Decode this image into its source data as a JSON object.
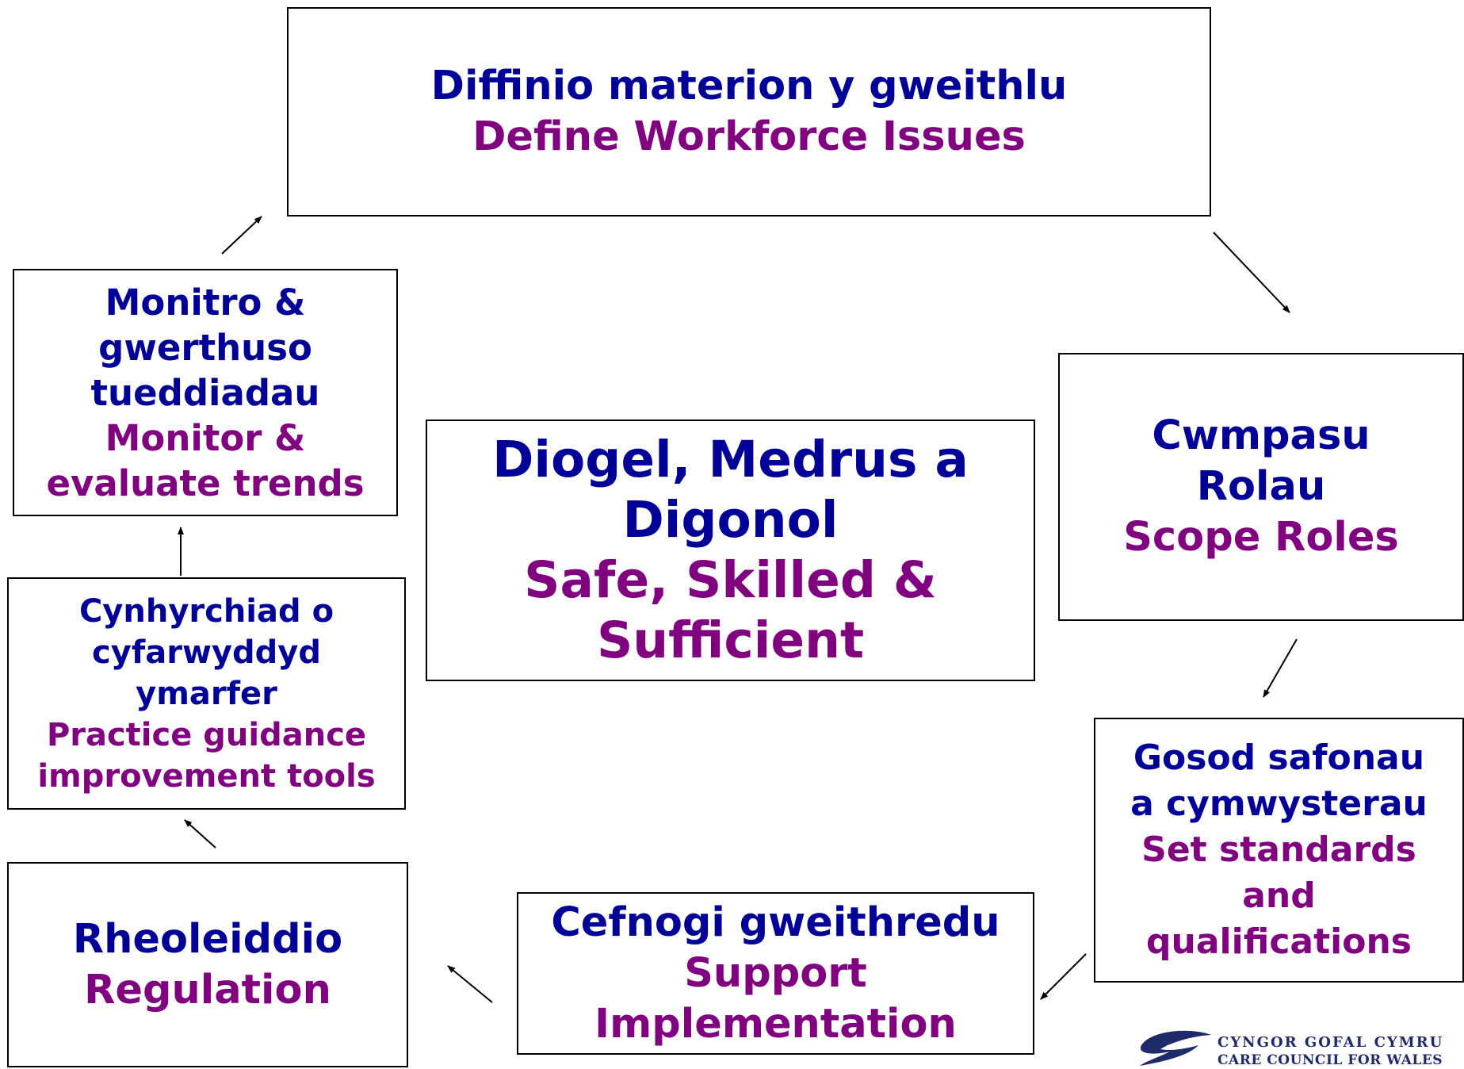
{
  "nodes": {
    "define": {
      "welsh": "Diffinio materion y gweithlu",
      "english": "Define Workforce Issues"
    },
    "scope": {
      "welsh_lines": [
        "Cwmpasu",
        "Rolau"
      ],
      "english": "Scope Roles"
    },
    "standards": {
      "welsh_lines": [
        "Gosod safonau",
        "a cymwysterau"
      ],
      "english_lines": [
        "Set standards",
        "and",
        "qualifications"
      ]
    },
    "support": {
      "welsh": "Cefnogi gweithredu",
      "english_lines": [
        "Support",
        "Implementation"
      ]
    },
    "regulation": {
      "welsh": "Rheoleiddio",
      "english": "Regulation"
    },
    "practice": {
      "welsh_lines": [
        "Cynhyrchiad o",
        "cyfarwyddyd",
        "ymarfer"
      ],
      "english_lines": [
        "Practice guidance",
        "improvement tools"
      ]
    },
    "monitor": {
      "welsh_lines": [
        "Monitro &",
        "gwerthuso",
        "tueddiadau"
      ],
      "english_lines": [
        "Monitor &",
        "evaluate trends"
      ]
    },
    "center": {
      "welsh_lines": [
        "Diogel, Medrus a",
        "Digonol"
      ],
      "english_lines": [
        "Safe, Skilled &",
        "Sufficient"
      ]
    }
  },
  "logo": {
    "line1": "CYNGOR GOFAL CYMRU",
    "line2": "CARE COUNCIL FOR WALES"
  },
  "colors": {
    "welsh_text": "#000099",
    "english_text": "#800080",
    "border": "#000000",
    "logo": "#1f2a6b"
  }
}
